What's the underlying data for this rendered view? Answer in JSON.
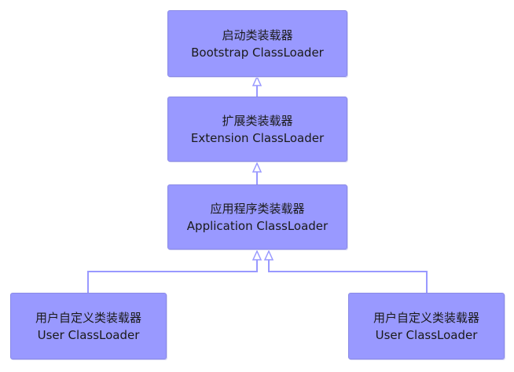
{
  "diagram": {
    "nodes": [
      {
        "id": "bootstrap",
        "label_cn": "启动类装载器",
        "label_en": "Bootstrap ClassLoader"
      },
      {
        "id": "extension",
        "label_cn": "扩展类装载器",
        "label_en": "Extension ClassLoader"
      },
      {
        "id": "application",
        "label_cn": "应用程序类装载器",
        "label_en": "Application ClassLoader"
      },
      {
        "id": "user-left",
        "label_cn": "用户自定义类装载器",
        "label_en": "User ClassLoader"
      },
      {
        "id": "user-right",
        "label_cn": "用户自定义类装载器",
        "label_en": "User ClassLoader"
      }
    ],
    "edges": [
      {
        "from": "extension",
        "to": "bootstrap"
      },
      {
        "from": "application",
        "to": "extension"
      },
      {
        "from": "user-left",
        "to": "application"
      },
      {
        "from": "user-right",
        "to": "application"
      }
    ],
    "colors": {
      "node_fill": "#9999ff",
      "connector": "#9999ff",
      "text": "#1a1a1a"
    }
  }
}
